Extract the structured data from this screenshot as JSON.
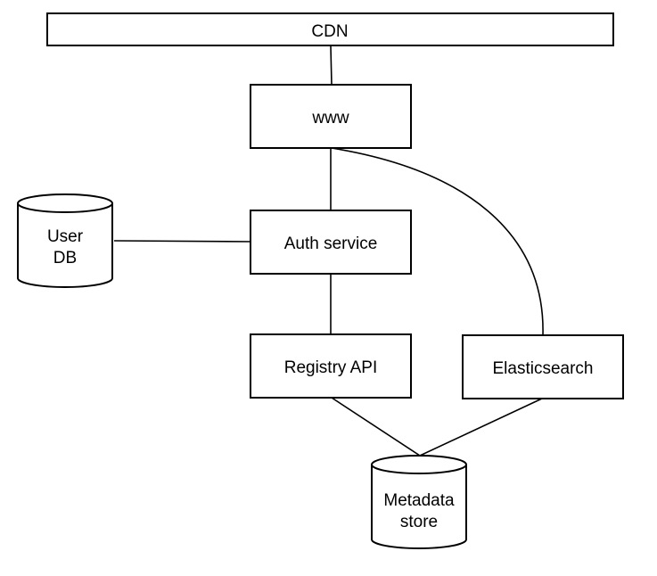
{
  "nodes": {
    "cdn": {
      "label": "CDN"
    },
    "www": {
      "label": "www"
    },
    "auth_service": {
      "label": "Auth service"
    },
    "user_db": {
      "label_lines": [
        "User",
        "DB"
      ]
    },
    "registry_api": {
      "label": "Registry API"
    },
    "elasticsearch": {
      "label": "Elasticsearch"
    },
    "metadata_store": {
      "label_lines": [
        "Metadata",
        "store"
      ]
    }
  },
  "edges": [
    {
      "from": "cdn",
      "to": "www"
    },
    {
      "from": "www",
      "to": "auth_service"
    },
    {
      "from": "www",
      "to": "elasticsearch"
    },
    {
      "from": "user_db",
      "to": "auth_service"
    },
    {
      "from": "auth_service",
      "to": "registry_api"
    },
    {
      "from": "registry_api",
      "to": "metadata_store"
    },
    {
      "from": "elasticsearch",
      "to": "metadata_store"
    }
  ]
}
